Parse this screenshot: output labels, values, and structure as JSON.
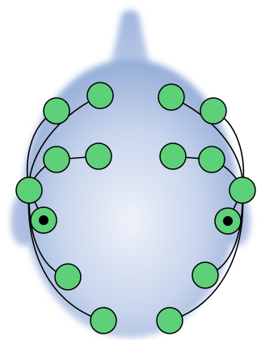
{
  "colors": {
    "background": "#ffffff",
    "head_light": "#eef2fa",
    "head_mid": "#b9c9e6",
    "head_dark": "#7f9cd0",
    "electrode_fill": "#5fd07a",
    "electrode_stroke": "#000000",
    "reference_center": "#000000",
    "lead_wire": "#000000"
  },
  "icons": {
    "head": "head-top-view-icon",
    "electrode": "electrode-circle-icon",
    "reference_electrode": "reference-electrode-icon"
  },
  "electrodes": {
    "left_count": 8,
    "right_count": 8,
    "reference_count": 2
  }
}
